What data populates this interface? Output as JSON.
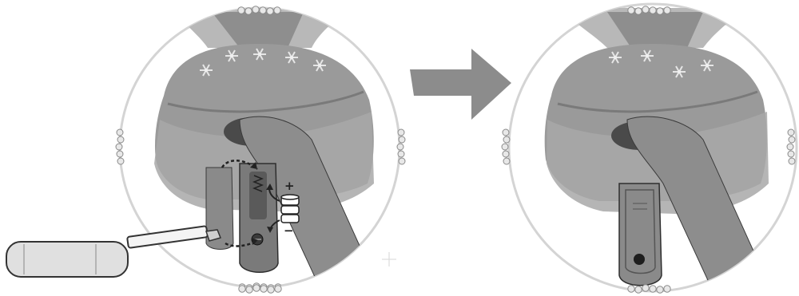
{
  "illustration": {
    "left_panel": {
      "content": "doll-underside-battery-door-open",
      "icons": [
        "screwdriver-icon",
        "screw-icon",
        "battery-stack-icon",
        "dashed-arrow-icon"
      ],
      "battery_polarity": {
        "positive": "+",
        "negative": "−"
      }
    },
    "arrow": {
      "direction": "right",
      "icon": "arrow-right-icon"
    },
    "right_panel": {
      "content": "doll-underside-battery-door-closed",
      "icons": [
        "battery-door-icon",
        "screw-hole-icon"
      ]
    }
  },
  "colors": {
    "background": "#ffffff",
    "circle_frame": "#d4d4d4",
    "dress": "#9a9a9a",
    "dress_dark": "#6e6e6e",
    "leg": "#8a8a8a",
    "arrow": "#8c8c8c",
    "outline": "#3a3a3a",
    "jewel": "#bfbfbf"
  }
}
